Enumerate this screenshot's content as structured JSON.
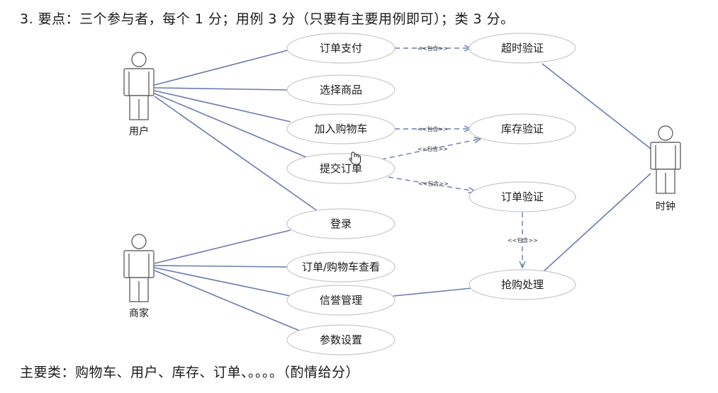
{
  "notes": {
    "top": "3. 要点：三个参与者，每个 1 分；用例 3 分（只要有主要用例即可）；类 3 分。",
    "bottom": "主要类：购物车、用户、库存、订单、。。。。（酌情给分）"
  },
  "actors": {
    "user": "用户",
    "merchant": "商家",
    "clock": "时钟"
  },
  "usecases": {
    "pay": "订单支付",
    "select": "选择商品",
    "cart": "加入购物车",
    "submit": "提交订单",
    "login": "登录",
    "view": "订单/购物车查看",
    "credit": "信誉管理",
    "params": "参数设置",
    "timeout": "超时验证",
    "stock": "库存验证",
    "verify": "订单验证",
    "rush": "抢购处理"
  },
  "include_label": "<<包含>>",
  "colors": {
    "association": "#6a7bb0",
    "ellipse_border": "#c8c8c8",
    "actor_outline": "#666666"
  }
}
